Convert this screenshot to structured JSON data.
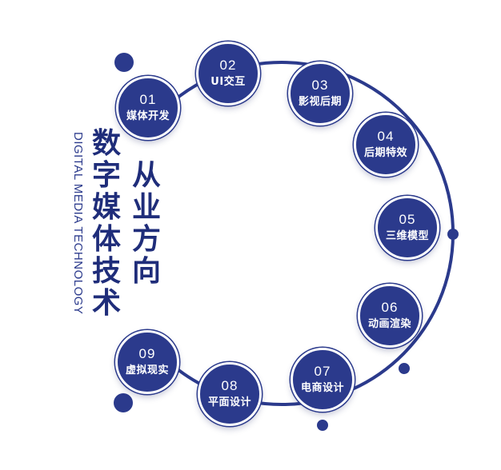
{
  "title": {
    "main": "数字媒体技术",
    "sub": "从业方向",
    "english": "DIGITAL MEDIA TECHNOLOGY"
  },
  "colors": {
    "primary": "#2b3a8c",
    "title_text": "#1f2d7a",
    "node_text": "#ffffff",
    "background": "#ffffff"
  },
  "nodes": [
    {
      "num": "01",
      "label": "媒体开发"
    },
    {
      "num": "02",
      "label": "UI交互"
    },
    {
      "num": "03",
      "label": "影视后期"
    },
    {
      "num": "04",
      "label": "后期特效"
    },
    {
      "num": "05",
      "label": "三维模型"
    },
    {
      "num": "06",
      "label": "动画渲染"
    },
    {
      "num": "07",
      "label": "电商设计"
    },
    {
      "num": "08",
      "label": "平面设计"
    },
    {
      "num": "09",
      "label": "虚拟现实"
    }
  ]
}
